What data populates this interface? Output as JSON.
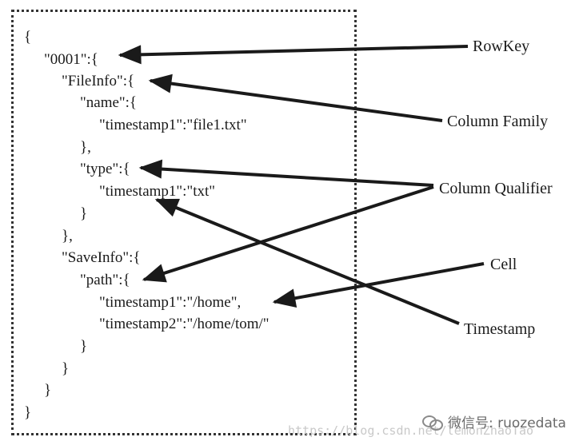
{
  "code_lines": [
    "{",
    "\"0001\":{",
    "\"FileInfo\":{",
    "\"name\":{",
    "\"timestamp1\":\"file1.txt\"",
    "},",
    "\"type\":{",
    "\"timestamp1\":\"txt\"",
    "}",
    "},",
    "\"SaveInfo\":{",
    "\"path\":{",
    "\"timestamp1\":\"/home\",",
    "\"timestamp2\":\"/home/tom/\"",
    "}",
    "}",
    "}",
    "}"
  ],
  "labels": {
    "rowkey": "RowKey",
    "column_family": "Column Family",
    "column_qualifier": "Column Qualifier",
    "cell": "Cell",
    "timestamp": "Timestamp"
  },
  "watermark": {
    "url": "https://blog.csdn.net/lemonZhaoTao",
    "brand": "微信号: ruozedata",
    "icon": "wechat-icon"
  }
}
